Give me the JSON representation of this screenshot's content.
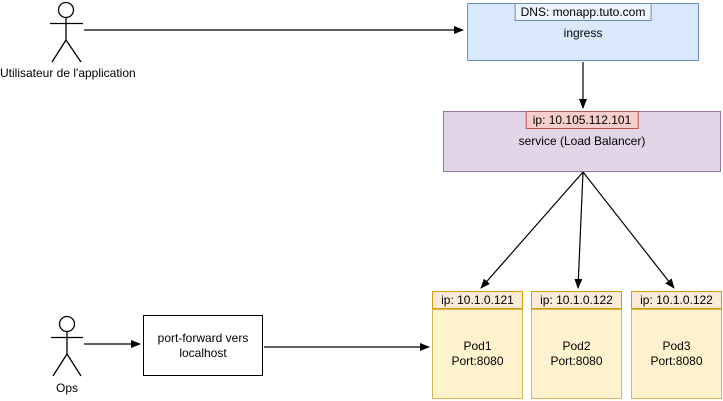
{
  "actors": {
    "user": {
      "label": "Utilisateur de l'application"
    },
    "ops": {
      "label": "Ops"
    }
  },
  "nodes": {
    "ingress": {
      "dns": "DNS: monapp.tuto.com",
      "title": "ingress"
    },
    "service": {
      "ip": "ip: 10.105.112.101",
      "title": "service (Load Balancer)"
    },
    "port_forward": {
      "line1": "port-forward vers",
      "line2": "localhost"
    },
    "pods": [
      {
        "ip": "ip: 10.1.0.121",
        "name": "Pod1",
        "port": "Port:8080"
      },
      {
        "ip": "ip: 10.1.0.122",
        "name": "Pod2",
        "port": "Port:8080"
      },
      {
        "ip": "ip: 10.1.0.122",
        "name": "Pod3",
        "port": "Port:8080"
      }
    ]
  },
  "edges": [
    {
      "from": "user",
      "to": "ingress"
    },
    {
      "from": "ingress",
      "to": "service"
    },
    {
      "from": "service",
      "to": "pod1"
    },
    {
      "from": "service",
      "to": "pod2"
    },
    {
      "from": "service",
      "to": "pod3"
    },
    {
      "from": "ops",
      "to": "port_forward"
    },
    {
      "from": "port_forward",
      "to": "pod1"
    }
  ],
  "colors": {
    "ingress-fill": "#dae8fc",
    "ingress-stroke": "#6c8ebf",
    "dns-fill": "#edf4fd",
    "service-fill": "#e1d5e7",
    "service-stroke": "#9673a6",
    "service-ip-fill": "#f8cecc",
    "service-ip-stroke": "#b85450",
    "pod-fill": "#fff2cc",
    "pod-stroke": "#d6b656",
    "pod-ip-fill": "#fdebd9",
    "pod-ip-stroke": "#d79b00",
    "line": "#000000"
  }
}
